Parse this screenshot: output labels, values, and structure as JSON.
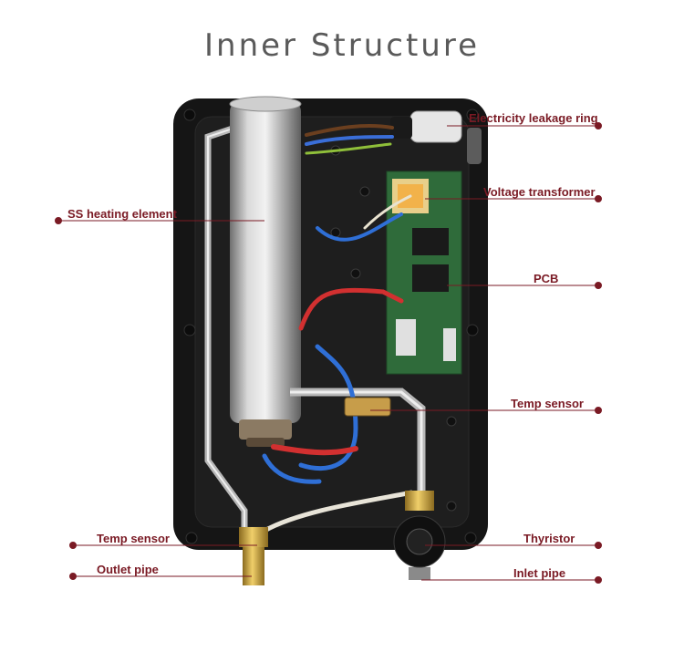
{
  "title": "Inner Structure",
  "labels": {
    "leakage_ring": "Electricity leakage ring",
    "transformer": "Voltage transformer",
    "heating_element": "SS heating element",
    "pcb": "PCB",
    "temp_sensor_right": "Temp sensor",
    "temp_sensor_left": "Temp sensor",
    "thyristor": "Thyristor",
    "outlet_pipe": "Outlet pipe",
    "inlet_pipe": "Inlet pipe"
  },
  "colors": {
    "callout": "#7a1a24",
    "title": "#5a5a5a",
    "body": "#151515"
  }
}
